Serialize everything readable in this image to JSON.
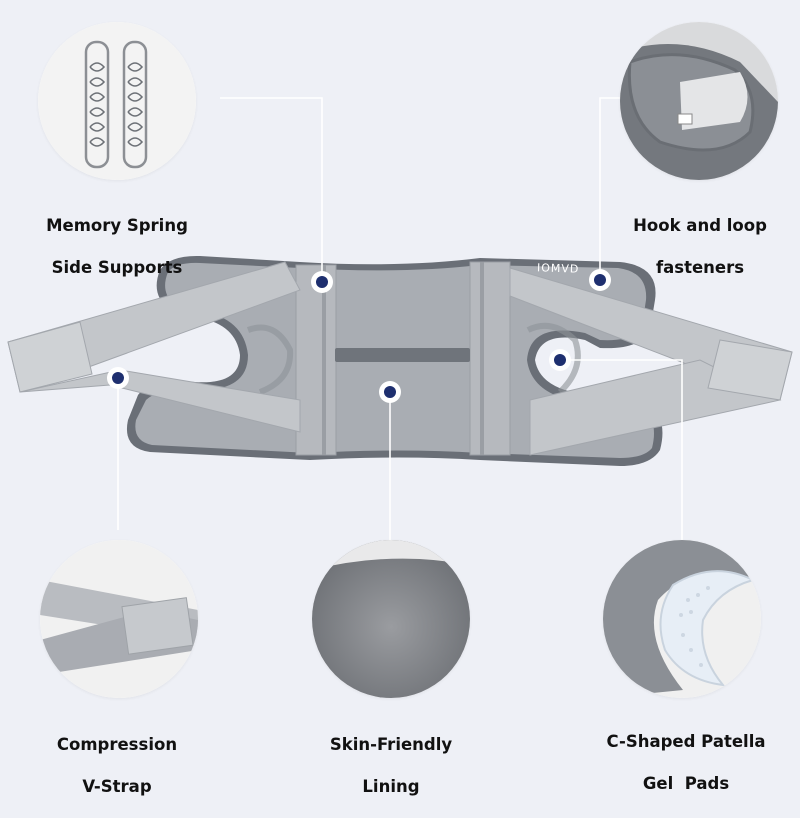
{
  "product": {
    "brand_mark": "IOMVD"
  },
  "features": [
    {
      "id": "memory-spring",
      "line1": "Memory Spring",
      "line2": "Side Supports",
      "icon": "spring-support-icon"
    },
    {
      "id": "hook-loop",
      "line1": "Hook and loop",
      "line2": "fasteners",
      "icon": "velcro-tab-icon"
    },
    {
      "id": "v-strap",
      "line1": "Compression",
      "line2": "V-Strap",
      "icon": "strap-icon"
    },
    {
      "id": "lining",
      "line1": "Skin-Friendly",
      "line2": "Lining",
      "icon": "fabric-lining-icon"
    },
    {
      "id": "gel-pads",
      "line1": "C-Shaped Patella",
      "line2": "Gel  Pads",
      "icon": "gel-pad-icon"
    }
  ],
  "colors": {
    "background": "#eef0f6",
    "fabric": "#a9adb3",
    "strap": "#c3c6ca",
    "trim": "#6a6f77",
    "marker": "#1e2f6f"
  }
}
